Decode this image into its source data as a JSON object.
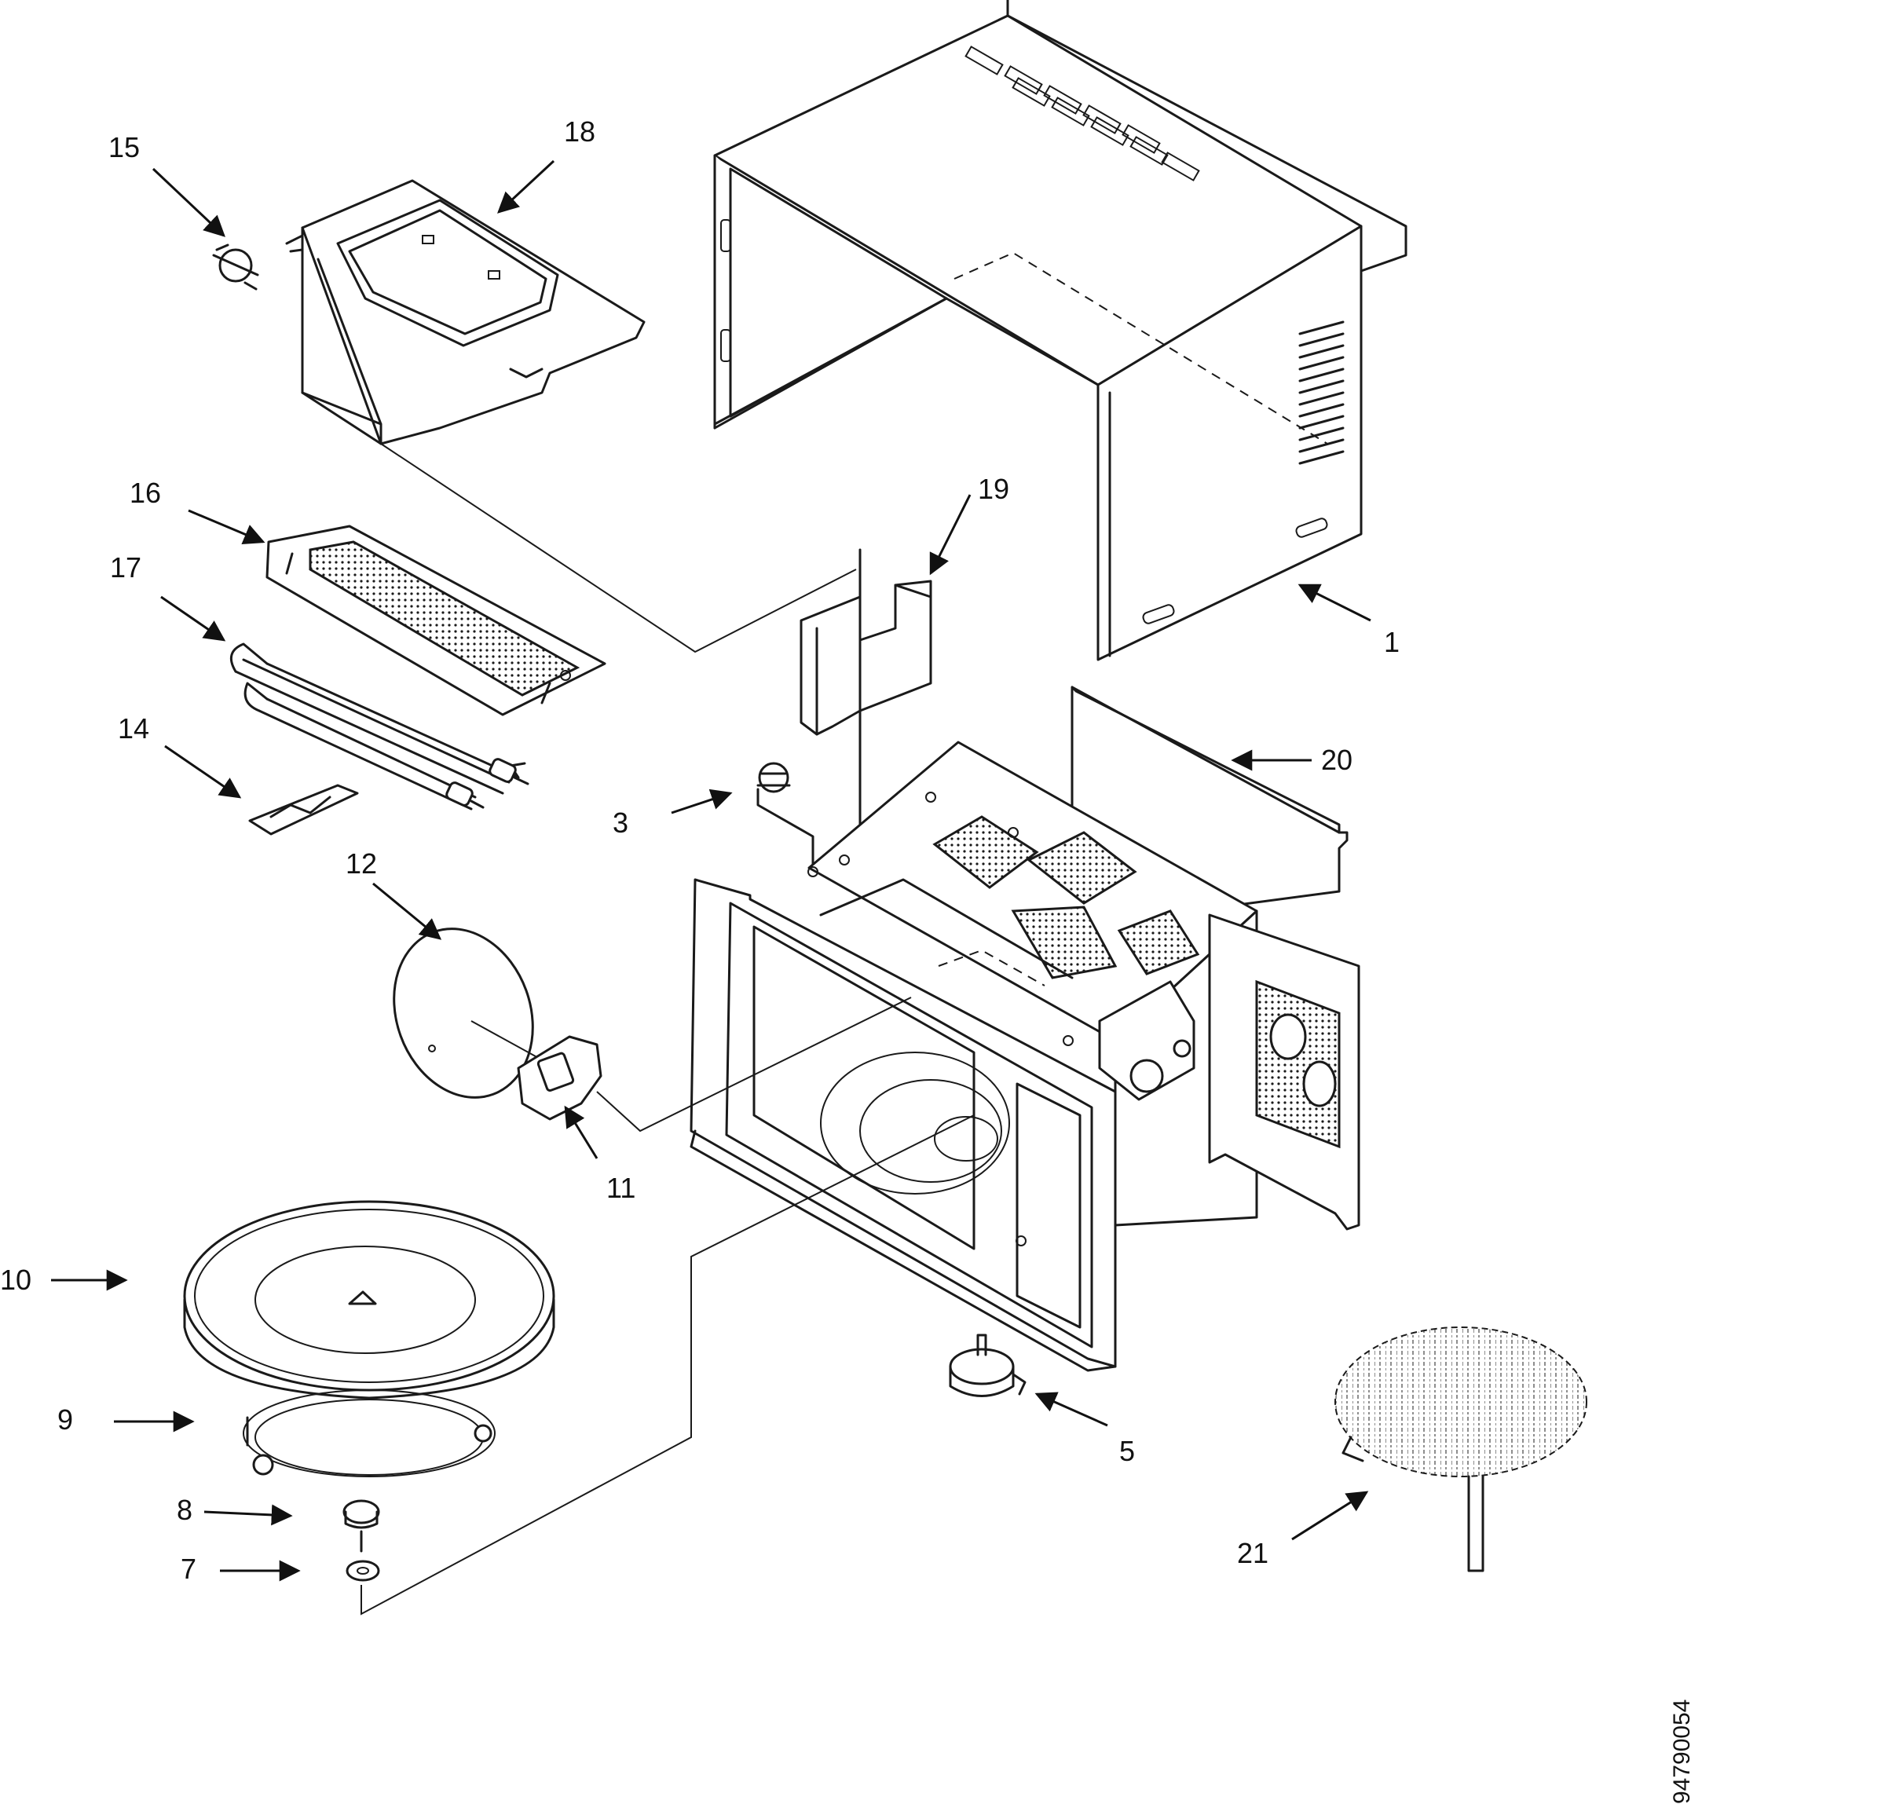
{
  "callouts": [
    {
      "id": "1",
      "text": "1"
    },
    {
      "id": "3",
      "text": "3"
    },
    {
      "id": "5",
      "text": "5"
    },
    {
      "id": "7",
      "text": "7"
    },
    {
      "id": "8",
      "text": "8"
    },
    {
      "id": "9",
      "text": "9"
    },
    {
      "id": "10",
      "text": "10"
    },
    {
      "id": "11",
      "text": "11"
    },
    {
      "id": "12",
      "text": "12"
    },
    {
      "id": "14",
      "text": "14"
    },
    {
      "id": "15",
      "text": "15"
    },
    {
      "id": "16",
      "text": "16"
    },
    {
      "id": "17",
      "text": "17"
    },
    {
      "id": "18",
      "text": "18"
    },
    {
      "id": "19",
      "text": "19"
    },
    {
      "id": "20",
      "text": "20"
    },
    {
      "id": "21",
      "text": "21"
    }
  ],
  "document_number": "94790054",
  "colors": {
    "line": "#1a1a1a",
    "background": "#ffffff"
  }
}
